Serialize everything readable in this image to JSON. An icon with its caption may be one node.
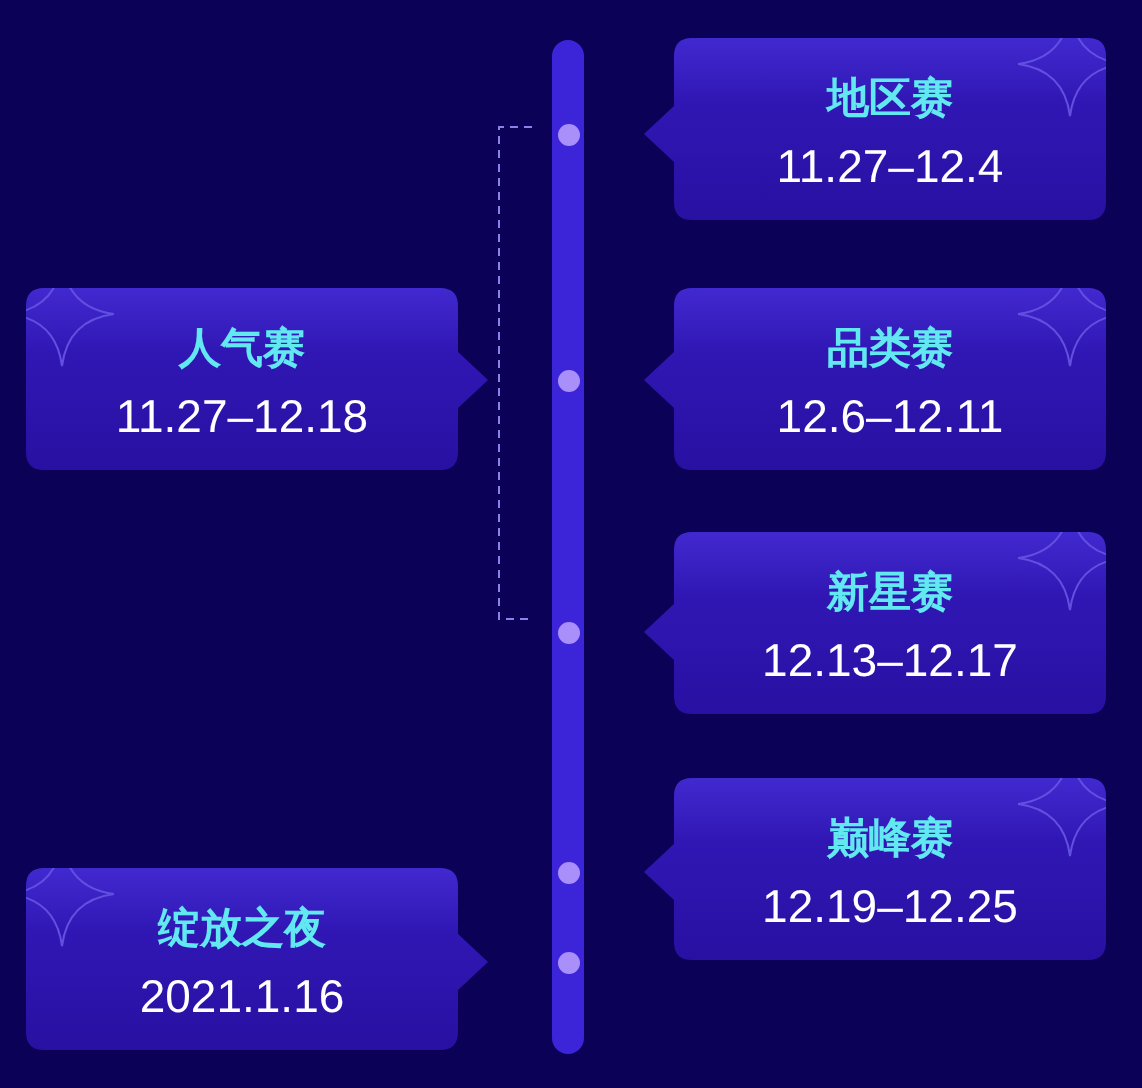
{
  "diagram": {
    "nodes": [
      {
        "text": [
          "地区赛",
          "11.27–12.4"
        ]
      },
      {
        "text": [
          "人气赛",
          "11.27–12.18"
        ]
      },
      {
        "text": [
          "品类赛",
          "12.6–12.11"
        ]
      },
      {
        "text": [
          "新星赛",
          "12.13–12.17"
        ]
      },
      {
        "text": [
          "巅峰赛",
          "12.19–12.25"
        ]
      },
      {
        "text": [
          "绽放之夜",
          "2021.1.16"
        ]
      }
    ]
  }
}
